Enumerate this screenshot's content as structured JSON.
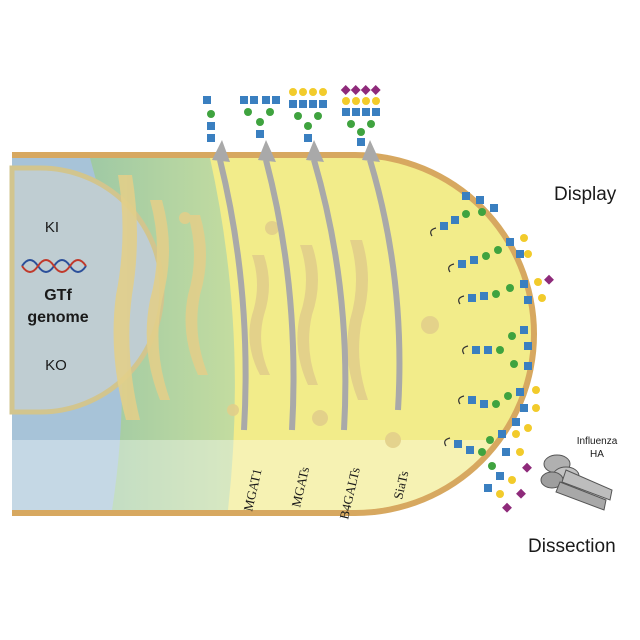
{
  "labels": {
    "display": "Display",
    "dissection": "Dissection",
    "ki": "KI",
    "ko": "KO",
    "gtf": "GTf",
    "genome": "genome",
    "influenza": "Influenza",
    "ha": "HA"
  },
  "enzymes": [
    "MGAT1",
    "MGATs",
    "B4GALTs",
    "SiaTs"
  ],
  "colors": {
    "nucleus": "#b9c8cf",
    "er": "#a9c6dd",
    "golgi_cis": "#b2d6a4",
    "golgi_trans": "#f3ef8e",
    "membrane": "#c99a4c",
    "glcnac": "#3a7fc0",
    "mannose": "#3fa33f",
    "galactose": "#f2cb2b",
    "sialic_acid": "#8e2a7a",
    "arrow": "#a9a9a9"
  },
  "icons": [
    "dna-helix-icon",
    "influenza-ha-icon"
  ]
}
